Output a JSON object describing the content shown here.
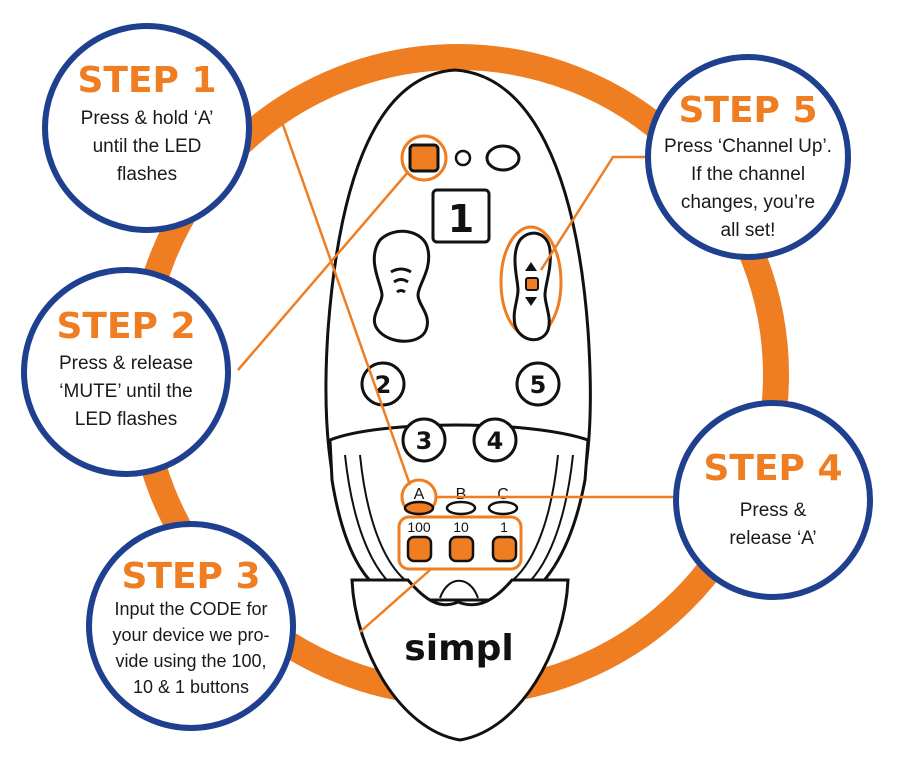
{
  "colors": {
    "accent": "#ef7d22",
    "circle_border": "#1f3f8f",
    "outline": "#111111"
  },
  "remote": {
    "key_1": "1",
    "key_2": "2",
    "key_3": "3",
    "key_4": "4",
    "key_5": "5",
    "label_a": "A",
    "label_b": "B",
    "label_c": "C",
    "label_100": "100",
    "label_10": "10",
    "label_1": "1",
    "logo": "simpl"
  },
  "steps": [
    {
      "title": "STEP 1",
      "lines": [
        "Press & hold ‘A’",
        "until the LED",
        "flashes"
      ]
    },
    {
      "title": "STEP 2",
      "lines": [
        "Press & release",
        "‘MUTE’ until the",
        "LED flashes"
      ]
    },
    {
      "title": "STEP 3",
      "lines": [
        "Input the CODE for",
        "your device we pro-",
        "vide using the 100,",
        "10 & 1 buttons"
      ]
    },
    {
      "title": "STEP 4",
      "lines": [
        "Press &",
        "release ‘A’"
      ]
    },
    {
      "title": "STEP 5",
      "lines": [
        "Press ‘Channel Up’.",
        "If the channel",
        "changes, you’re",
        "all set!"
      ]
    }
  ]
}
